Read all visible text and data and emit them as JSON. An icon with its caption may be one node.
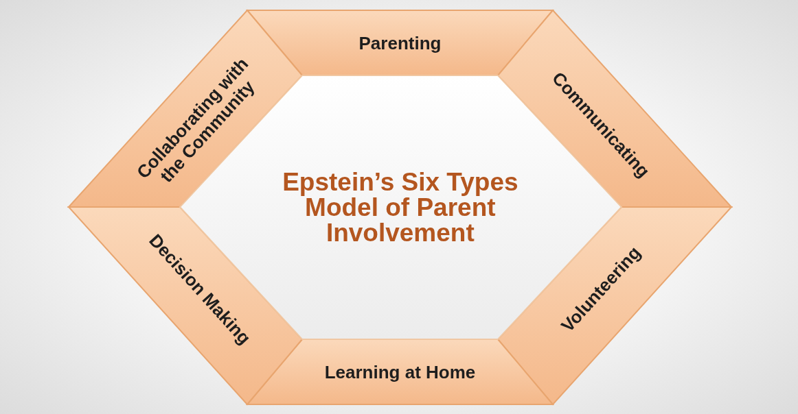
{
  "diagram": {
    "nodes": [
      {
        "text": [
          "Parenting"
        ]
      },
      {
        "text": [
          "Communicating"
        ]
      },
      {
        "text": [
          "Volunteering"
        ]
      },
      {
        "text": [
          "Learning at Home"
        ]
      },
      {
        "text": [
          "Decision Making"
        ]
      },
      {
        "text": [
          "Collaborating with the Community"
        ]
      },
      {
        "text": [
          "Epstein’s Six Types Model of Parent Involvement"
        ]
      }
    ]
  }
}
